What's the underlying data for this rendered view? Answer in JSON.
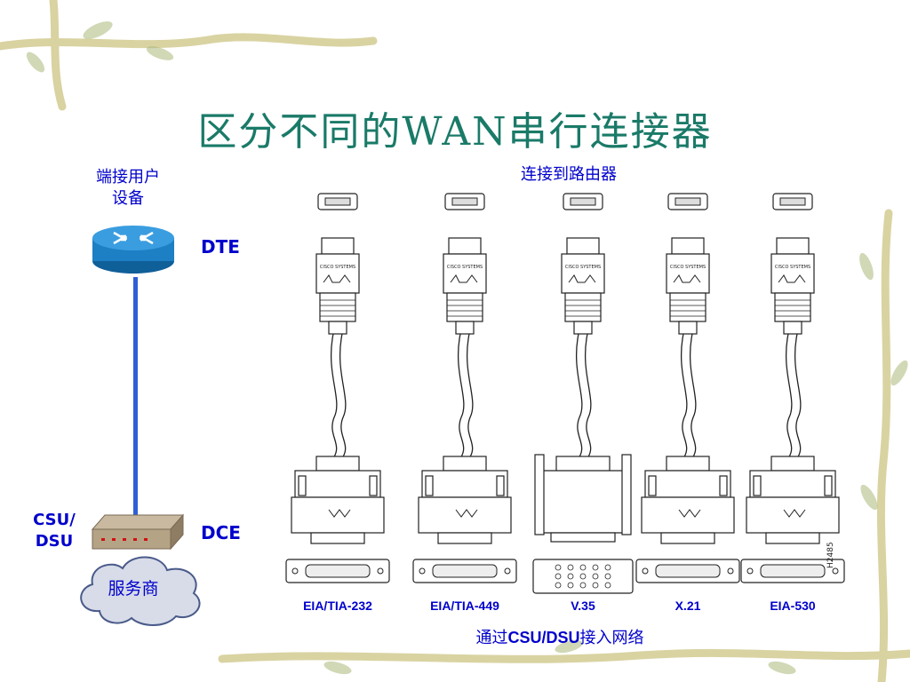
{
  "title": "区分不同的WAN串行连接器",
  "router_caption": "连接到路由器",
  "user_device_label": "端接用户设备",
  "user_device_lines": [
    "端接用户",
    "设备"
  ],
  "dte_label": "DTE",
  "dce_label": "DCE",
  "csu_dsu_lines": [
    "CSU/",
    "DSU"
  ],
  "provider_label": "服务商",
  "figure_id": "H2485",
  "bottom_caption_prefix": "通过",
  "bottom_caption_bold": "CSU/DSU",
  "bottom_caption_suffix": "接入网络",
  "cable_brand": "CISCO SYSTEMS",
  "connectors": [
    {
      "name": "EIA/TIA-232"
    },
    {
      "name": "EIA/TIA-449"
    },
    {
      "name": "V.35"
    },
    {
      "name": "X.21"
    },
    {
      "name": "EIA-530"
    }
  ],
  "colors": {
    "title": "#1a7a68",
    "label_blue": "#0000cc",
    "router_blue": "#1d7fc4",
    "link_blue": "#2f5fd6",
    "cloud_fill": "#d7dce8"
  }
}
